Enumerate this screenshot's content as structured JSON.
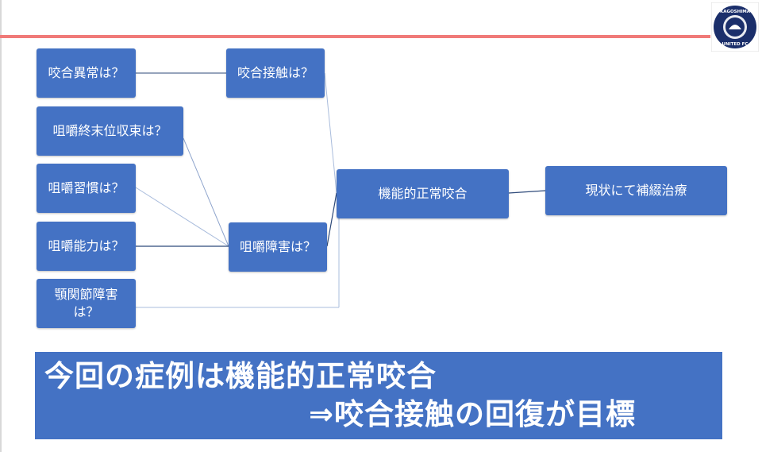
{
  "logo": {
    "top_text": "KAGOSHIMA",
    "bottom_text": "UNITED FC",
    "colors": {
      "navy": "#1b2f6b",
      "light": "#ffffff"
    }
  },
  "nodes": {
    "n1": "咬合異常は？",
    "n2": "咀嚼終末位収束は？",
    "n3": "咀嚼習慣は？",
    "n4": "咀嚼能力は？",
    "n5": "顎関節障害\nは？",
    "n6": "咬合接触は？",
    "n7": "咀嚼障害は？",
    "n8": "機能的正常咬合",
    "n9": "現状にて補綴治療"
  },
  "banner": {
    "line1": "今回の症例は機能的正常咬合",
    "line2": "⇒咬合接触の回復が目標"
  },
  "colors": {
    "node_fill": "#4472c4",
    "accent_line": "#f07a78",
    "connector_dark": "#2e4a7a",
    "connector_light": "#a9bcdc"
  }
}
